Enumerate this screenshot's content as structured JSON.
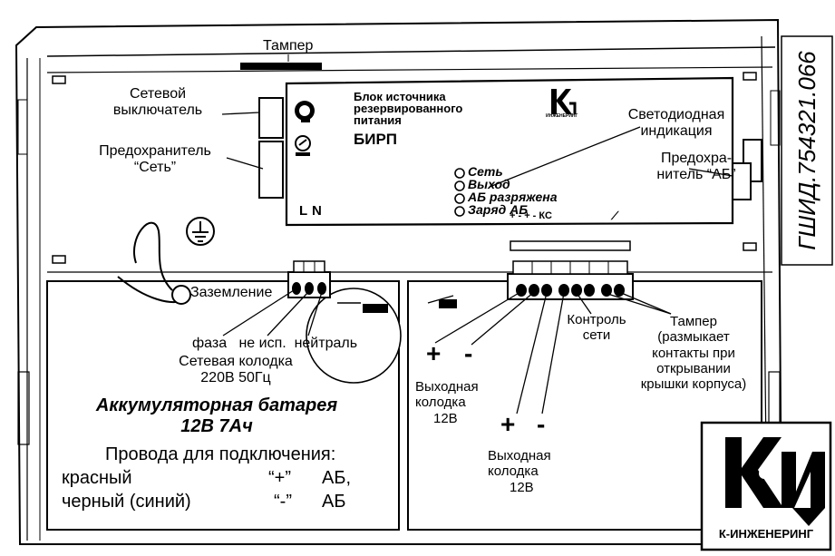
{
  "document_code": "ГШИД.754321.066",
  "labels": {
    "tamper_top": "Тампер",
    "mains_switch_line1": "Сетевой",
    "mains_switch_line2": "выключатель",
    "fuse_mains_line1": "Предохранитель",
    "fuse_mains_line2": "“Сеть”",
    "grounding": "Заземление",
    "led_indication_line1": "Светодиодная",
    "led_indication_line2": "индикация",
    "fuse_battery_line1": "Предохра-",
    "fuse_battery_line2": "нитель “АБ”",
    "mains_block_pins": "фаза   не исп.  нейтраль",
    "mains_block_line1": "Сетевая колодка",
    "mains_block_line2": "220В 50Гц",
    "mains_control_line1": "Контроль",
    "mains_control_line2": "сети",
    "tamper_right_lines": [
      "Тампер",
      "(размыкает",
      "контакты при",
      "открывании",
      "крышки корпуса)"
    ],
    "output_block1_plus": "+",
    "output_block1_minus": "-",
    "output_block1_lines": [
      "Выходная",
      "колодка",
      "12В"
    ],
    "output_block2_plus": "+",
    "output_block2_minus": "-",
    "output_block2_lines": [
      "Выходная",
      "колодка",
      "12В"
    ]
  },
  "device": {
    "title_lines": [
      "Блок источника",
      "резервированного",
      "питания"
    ],
    "model": "БИРП",
    "leds": [
      "Сеть",
      "Выход",
      "АБ разряжена",
      "Заряд АБ"
    ],
    "terminal_L": "L",
    "terminal_N": "N",
    "terminal_marks": "+ -   + -  КС",
    "logo_small_caption": "ИНЖЕНЕРИНГ"
  },
  "battery": {
    "title_line1": "Аккумуляторная батарея",
    "title_line2": "12В 7Ач",
    "wires_heading": "Провода для подключения:",
    "red_label": "красный",
    "red_sign": "“+”",
    "red_target": "АБ,",
    "black_label": "черный (синий)",
    "black_sign": "“-”",
    "black_target": "АБ"
  },
  "logo": {
    "caption": "К-ИНЖЕНЕРИНГ"
  }
}
